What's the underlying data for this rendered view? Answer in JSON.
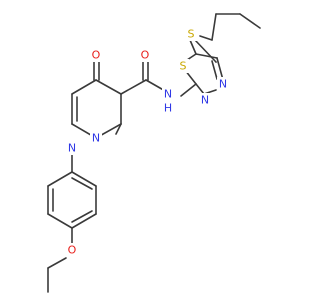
{
  "molecule": {
    "atoms": {
      "o_ketone": {
        "symbol": "O",
        "color": "#e8201c"
      },
      "o_amide": {
        "symbol": "O",
        "color": "#e8201c"
      },
      "n_amide": {
        "symbol": "N",
        "color": "#2f38e6"
      },
      "h_amide": {
        "symbol": "H",
        "color": "#2f38e6"
      },
      "n1_ring": {
        "symbol": "N",
        "color": "#2f38e6"
      },
      "n2_ring": {
        "symbol": "N",
        "color": "#2f38e6"
      },
      "s_thiadiazole": {
        "symbol": "S",
        "color": "#c9a800"
      },
      "n3_td": {
        "symbol": "N",
        "color": "#2f38e6"
      },
      "n4_td": {
        "symbol": "N",
        "color": "#2f38e6"
      },
      "s_thioether": {
        "symbol": "S",
        "color": "#c9a800"
      },
      "o_ether": {
        "symbol": "O",
        "color": "#e8201c"
      }
    },
    "bond_color": "#3a3a3a"
  }
}
